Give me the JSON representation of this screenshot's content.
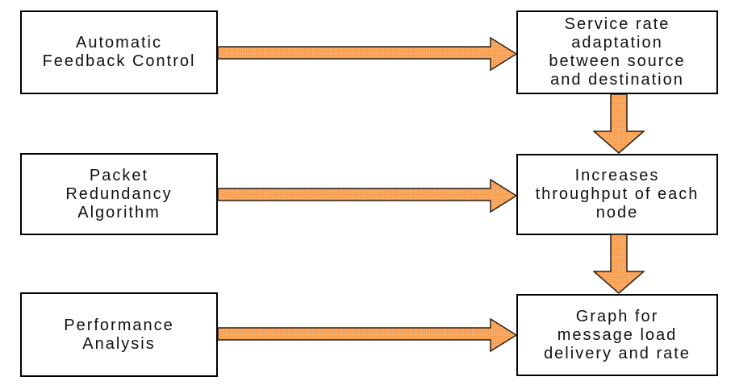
{
  "diagram": {
    "colors": {
      "bg": "#ffffff",
      "line": "#000000",
      "text": "#111111",
      "arrow_fill": "#f89b4d",
      "arrow_dot": "#fdd7a4",
      "arrow_outline": "#2b2118"
    },
    "left_boxes": [
      {
        "label": "Automatic\nFeedback Control"
      },
      {
        "label": "Packet\nRedundancy\nAlgorithm"
      },
      {
        "label": "Performance\nAnalysis"
      }
    ],
    "right_boxes": [
      {
        "label": "Service rate\nadaptation\nbetween source\nand destination"
      },
      {
        "label": "Increases\nthroughput of each\nnode"
      },
      {
        "label": "Graph for\nmessage load\ndelivery and rate"
      }
    ],
    "arrows": [
      {
        "from": "Automatic Feedback Control",
        "to": "Service rate adaptation between source and destination",
        "direction": "right"
      },
      {
        "from": "Packet Redundancy Algorithm",
        "to": "Increases throughput of each node",
        "direction": "right"
      },
      {
        "from": "Performance Analysis",
        "to": "Graph for message load delivery and rate",
        "direction": "right"
      },
      {
        "from": "Service rate adaptation between source and destination",
        "to": "Increases throughput of each node",
        "direction": "down"
      },
      {
        "from": "Increases throughput of each node",
        "to": "Graph for message load delivery and rate",
        "direction": "down"
      }
    ]
  }
}
